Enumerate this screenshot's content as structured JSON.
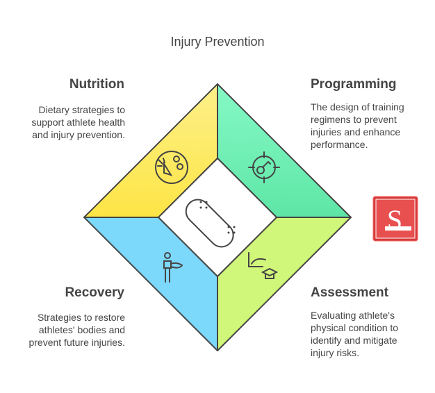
{
  "title": "Injury Prevention",
  "sections": [
    {
      "heading": "Nutrition",
      "text": "Dietary strategies to support athlete health and injury prevention.",
      "icon": "carrot-icon",
      "color": "#fde96f"
    },
    {
      "heading": "Programming",
      "text": "The design of training regimens to prevent injuries and enhance performance.",
      "icon": "target-key-icon",
      "color": "#7ff5c0"
    },
    {
      "heading": "Recovery",
      "text": "Strategies to restore athletes' bodies and prevent future injuries.",
      "icon": "injured-person-icon",
      "color": "#7dd9fb"
    },
    {
      "heading": "Assessment",
      "text": "Evaluating athlete's physical condition to identify and mitigate injury risks.",
      "icon": "muscle-graduation-icon",
      "color": "#d1f77a"
    }
  ],
  "center_icon": "bandage-icon"
}
